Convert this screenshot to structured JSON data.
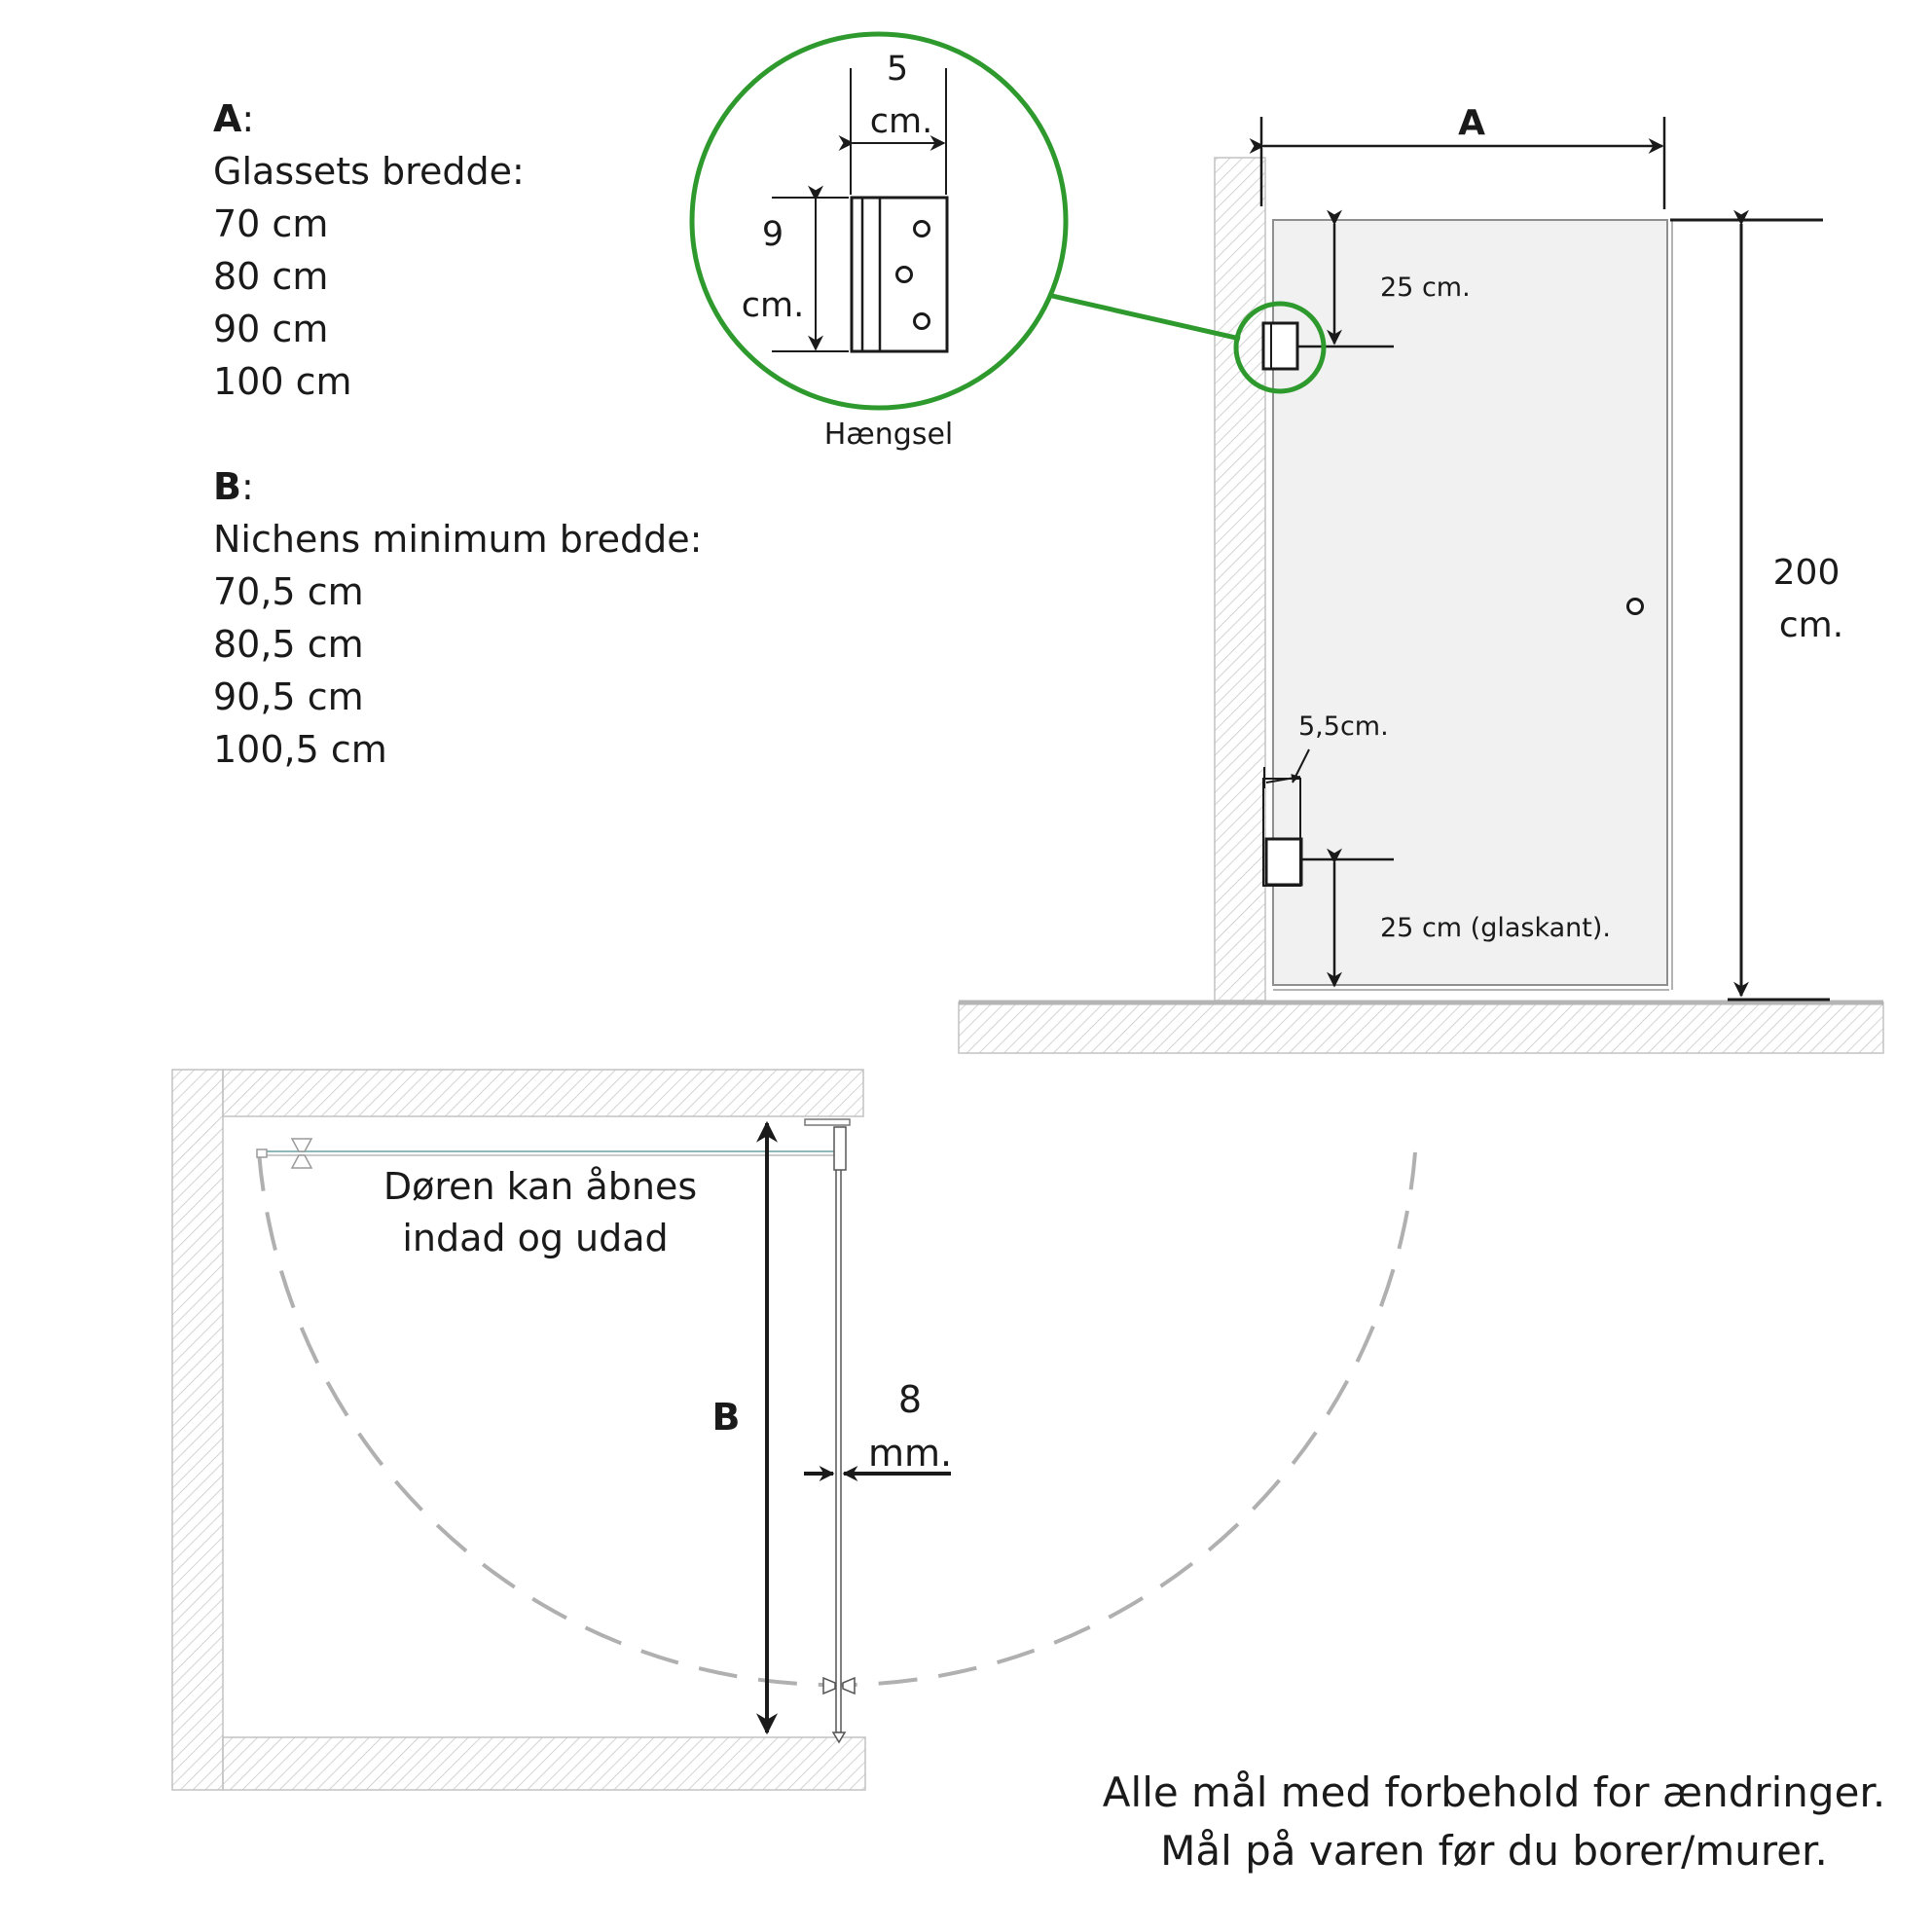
{
  "specs": {
    "a": {
      "letter": "A",
      "title": "Glassets bredde:",
      "values": [
        "70 cm",
        "80 cm",
        "90 cm",
        "100 cm"
      ]
    },
    "b": {
      "letter": "B",
      "title": "Nichens minimum bredde:",
      "values": [
        "70,5 cm",
        "80,5 cm",
        "90,5 cm",
        "100,5 cm"
      ]
    }
  },
  "hinge_detail": {
    "caption": "Hængsel",
    "width_value": "5",
    "width_unit": "cm.",
    "height_value": "9",
    "height_unit": "cm."
  },
  "elevation": {
    "width_label": "A",
    "height_value": "200",
    "height_unit": "cm.",
    "top_offset": "25 cm.",
    "bottom_offset": "25 cm (glaskant).",
    "hinge_projection": "5,5cm."
  },
  "plan": {
    "depth_label": "B",
    "swing_note_line1": "Døren kan åbnes",
    "swing_note_line2": "indad og udad",
    "glass_thickness_value": "8",
    "glass_thickness_unit": "mm."
  },
  "disclaimer": {
    "line1": "Alle mål med forbehold for ændringer.",
    "line2": "Mål på varen før du borer/murer."
  },
  "colors": {
    "highlight_circle": "#2e9a2e",
    "line": "#1a1a1a",
    "glass_fill": "#f1f1f1",
    "hatch": "#c2c2c2",
    "swing_arc": "#b0b0b0"
  }
}
